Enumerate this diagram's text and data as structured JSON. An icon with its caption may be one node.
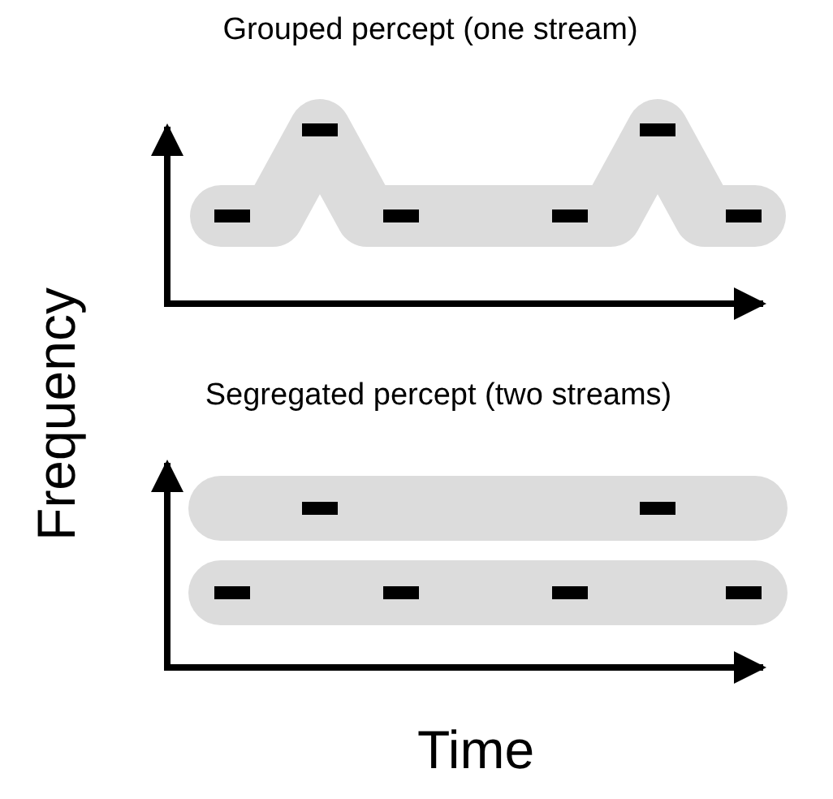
{
  "diagram": {
    "labels": [
      "Grouped percept (one stream)",
      "Segregated percept (two streams)",
      "Frequency",
      "Time"
    ]
  }
}
